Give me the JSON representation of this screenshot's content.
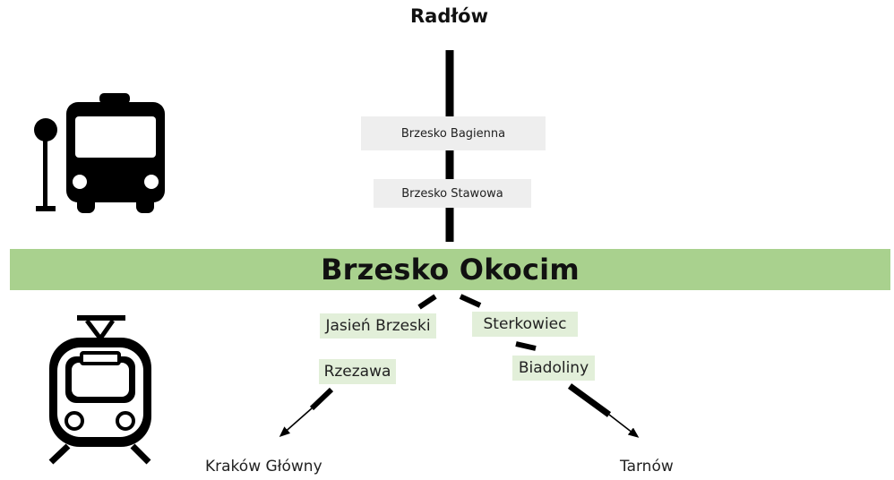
{
  "top_destination": "Radłów",
  "bus_stops": [
    "Brzesko Bagienna",
    "Brzesko Stawowa"
  ],
  "main_station": "Brzesko Okocim",
  "rail_branches": {
    "left": {
      "stops": [
        "Jasień Brzeski",
        "Rzezawa"
      ],
      "destination": "Kraków Główny"
    },
    "right": {
      "stops": [
        "Sterkowiec",
        "Biadoliny"
      ],
      "destination": "Tarnów"
    }
  },
  "icons": {
    "bus": "bus-stop-icon",
    "train": "train-icon"
  },
  "colors": {
    "station_bar": "#a9d18e",
    "rail_stop_bg": "#e2efd9",
    "bus_stop_bg": "#eeeeee",
    "line": "#000000"
  }
}
